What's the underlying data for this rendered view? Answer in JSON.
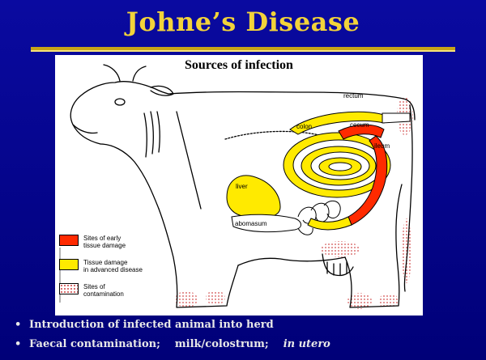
{
  "slide": {
    "title": "Johne’s Disease",
    "colors": {
      "background": "#000080",
      "title": "#f2d33a",
      "bullet_text": "#e8e8e8",
      "early_damage": "#ff2a00",
      "advanced_damage": "#ffea00",
      "contamination_dots": "#d14a4a"
    }
  },
  "figure": {
    "title": "Sources of infection",
    "part_labels": {
      "rectum": "rectum",
      "colon": "colon",
      "cecum": "cecum",
      "ileum": "ileum",
      "liver": "liver",
      "abomasum": "abomasum"
    },
    "legend": [
      {
        "swatch": "red",
        "line1": "Sites of early",
        "line2": "tissue damage"
      },
      {
        "swatch": "yellow",
        "line1": "Tissue damage",
        "line2": "in advanced disease"
      },
      {
        "swatch": "dots",
        "line1": "Sites of",
        "line2": "contamination"
      }
    ]
  },
  "bullets": {
    "item1": "Introduction of infected animal into herd",
    "item2_part1": "Faecal contamination;",
    "item2_part2": "milk/colostrum;",
    "item2_part3": "in utero",
    "marker": "•"
  }
}
